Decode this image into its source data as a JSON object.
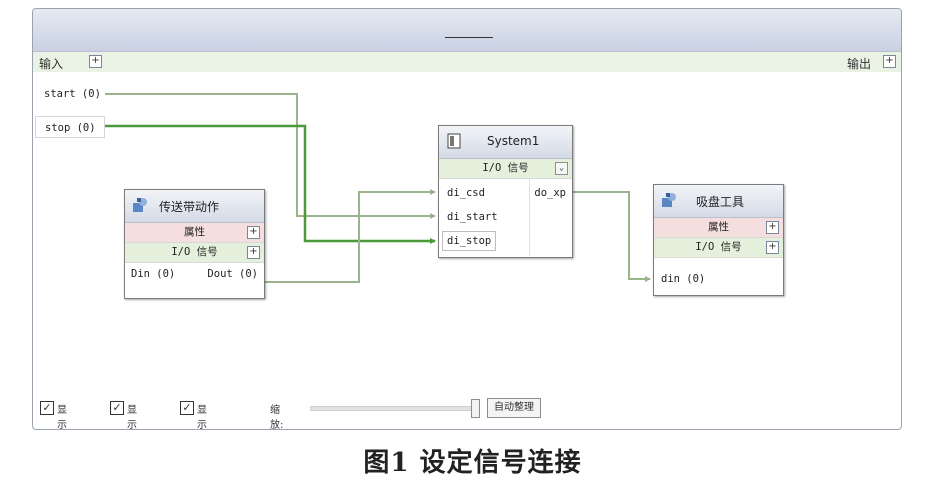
{
  "inputs": {
    "label": "输入",
    "plus": "+",
    "signals": [
      "start (0)",
      "stop (0)"
    ]
  },
  "outputs": {
    "label": "输出",
    "plus": "+"
  },
  "nodes": {
    "conveyor": {
      "title": "传送带动作",
      "prop_label": "属性",
      "io_label": "I/O 信号",
      "plus": "+",
      "in_port": "Din (0)",
      "out_port": "Dout (0)"
    },
    "system": {
      "title": "System1",
      "io_label": "I/O 信号",
      "chevron": "⌄",
      "in_ports": [
        "di_csd",
        "di_start",
        "di_stop"
      ],
      "out_port": "do_xp"
    },
    "gripper": {
      "title": "吸盘工具",
      "prop_label": "属性",
      "io_label": "I/O 信号",
      "plus": "+",
      "in_port": "din (0)"
    }
  },
  "footer": {
    "check_mark": "✓",
    "show_bindings": "显示绑定",
    "show_connections": "显示连接",
    "show_unused": "显示未使用的",
    "zoom_label": "缩放:",
    "auto_arrange": "自动整理"
  },
  "caption": "图1   设定信号连接",
  "colors": {
    "wire": "#9ab58c",
    "wire_bold": "#4a9a3c",
    "prop_bg": "#f5dede",
    "io_bg": "#e4f0dc"
  }
}
